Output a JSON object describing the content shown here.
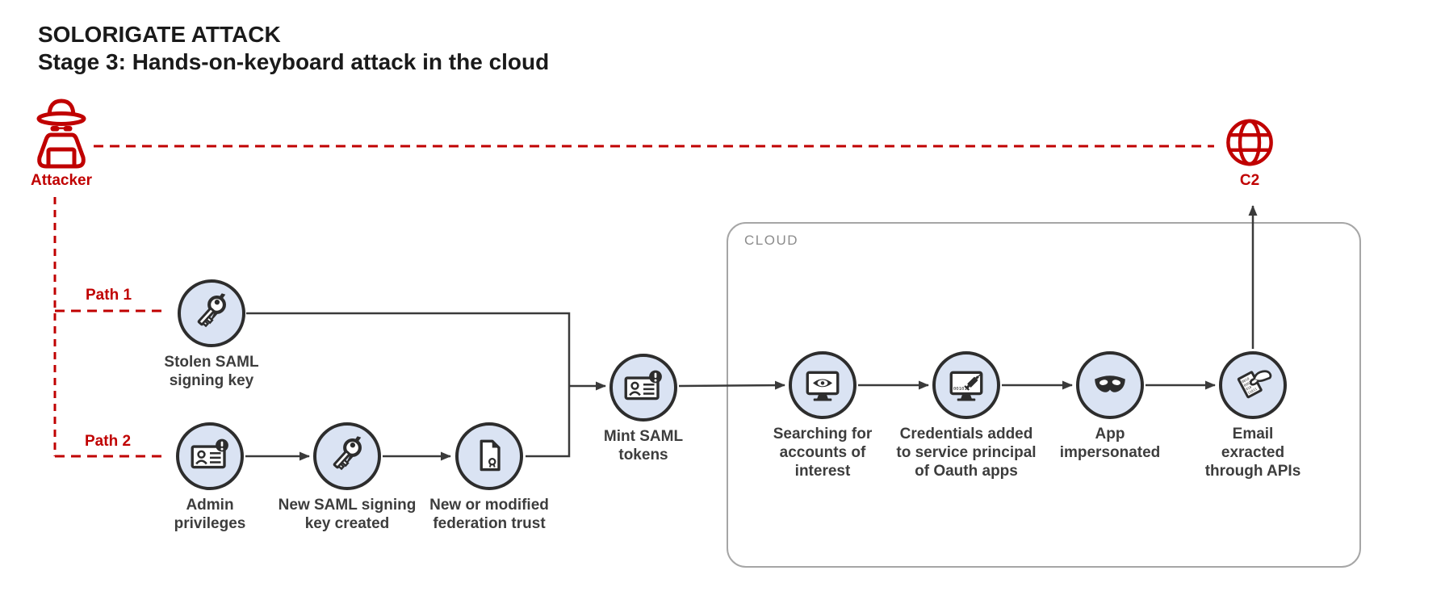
{
  "title": {
    "line1": "SOLORIGATE ATTACK",
    "line2": "Stage 3: Hands-on-keyboard attack in the cloud"
  },
  "attacker": {
    "label": "Attacker",
    "icon": "spy-icon"
  },
  "c2": {
    "label": "C2",
    "icon": "globe-icon"
  },
  "paths": {
    "path1": "Path 1",
    "path2": "Path 2"
  },
  "cloud": {
    "label": "CLOUD"
  },
  "nodes": [
    {
      "id": "stolen-saml-signing-key",
      "icon": "key-lightning-icon",
      "label": "Stolen SAML\nsigning key"
    },
    {
      "id": "admin-privileges",
      "icon": "id-badge-alert-icon",
      "label": "Admin\nprivileges"
    },
    {
      "id": "new-saml-signing-key-created",
      "icon": "key-lightning-icon",
      "label": "New SAML signing\nkey created"
    },
    {
      "id": "new-or-modified-federation-trust",
      "icon": "certificate-document-icon",
      "label": "New or modified\nfederation trust"
    },
    {
      "id": "mint-saml-tokens",
      "icon": "id-badge-alert-icon",
      "label": "Mint SAML\ntokens"
    },
    {
      "id": "searching-for-accounts-of-interest",
      "icon": "monitor-eye-icon",
      "label": "Searching for\naccounts of\ninterest"
    },
    {
      "id": "credentials-added-to-service-principal",
      "icon": "monitor-syringe-icon",
      "label": "Credentials added\nto service principal\nof Oauth apps"
    },
    {
      "id": "app-impersonated",
      "icon": "mask-icon",
      "label": "App\nimpersonated"
    },
    {
      "id": "email-exracted-through-apis",
      "icon": "document-hand-icon",
      "label": "Email\nexracted\nthrough APIs"
    }
  ],
  "colors": {
    "accent_red": "#c00000",
    "node_fill": "#dae3f3",
    "node_stroke": "#2d2d2d",
    "arrow": "#3a3a3a",
    "label_text": "#3d3d3d",
    "cloud_border": "#a6a6a6",
    "cloud_label_gray": "#8c8c8c"
  }
}
